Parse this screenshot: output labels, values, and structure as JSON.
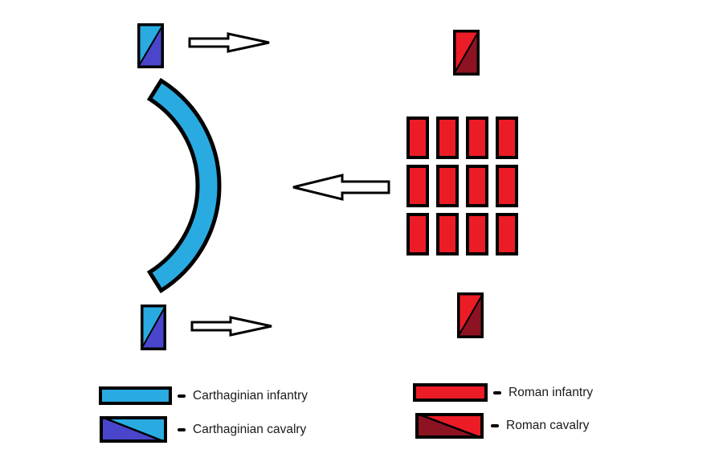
{
  "diagram": {
    "title": "Battle tactics diagram: Carthaginian crescent enveloping Roman formation",
    "colors": {
      "background": "#FFFFFF",
      "outline": "#000000",
      "arrow_fill": "#FFFFFF",
      "text": "#1A1A1A",
      "carthaginian_infantry": "#29ABE2",
      "carthaginian_cavalry_secondary": "#4946CC",
      "roman_infantry": "#EC1C26",
      "roman_cavalry_secondary": "#8E1322"
    },
    "units": {
      "carthaginian_infantry_line": {
        "shape": "crescent-band",
        "bulge": "right"
      },
      "carthaginian_cavalry": [
        {
          "position": "top-left"
        },
        {
          "position": "bottom-left"
        }
      ],
      "roman_cavalry": [
        {
          "position": "top-right"
        },
        {
          "position": "bottom-right"
        }
      ],
      "roman_infantry_formation": {
        "rows": 3,
        "cols": 4,
        "unit_count": 12
      }
    },
    "arrows": [
      {
        "direction": "right",
        "position": "top-left"
      },
      {
        "direction": "left",
        "position": "center"
      },
      {
        "direction": "right",
        "position": "bottom-left"
      }
    ]
  },
  "legend": {
    "left": [
      {
        "label": "Carthaginian infantry",
        "swatch": "solid-light-blue"
      },
      {
        "label": "Carthaginian cavalry",
        "swatch": "diagonal-split-blue"
      }
    ],
    "right": [
      {
        "label": "Roman infantry",
        "swatch": "solid-red"
      },
      {
        "label": "Roman cavalry",
        "swatch": "diagonal-split-red"
      }
    ]
  }
}
